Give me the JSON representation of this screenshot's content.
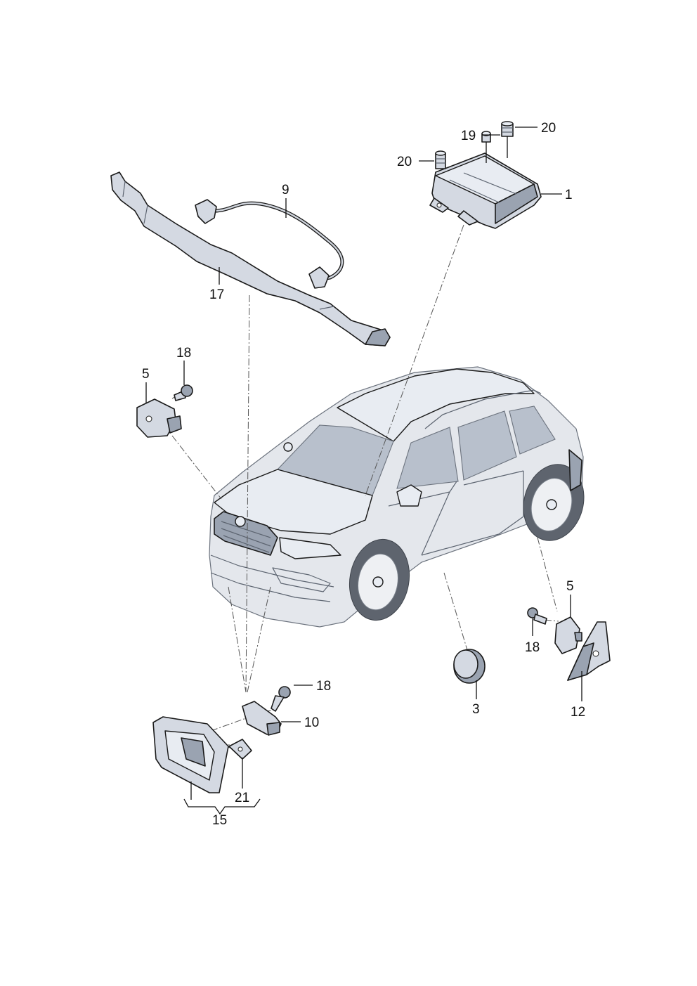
{
  "diagram": {
    "callouts": [
      {
        "id": "c1",
        "label": "1"
      },
      {
        "id": "c19",
        "label": "19"
      },
      {
        "id": "c20a",
        "label": "20"
      },
      {
        "id": "c20b",
        "label": "20"
      },
      {
        "id": "c9",
        "label": "9"
      },
      {
        "id": "c17",
        "label": "17"
      },
      {
        "id": "c18a",
        "label": "18"
      },
      {
        "id": "c5a",
        "label": "5"
      },
      {
        "id": "c5b",
        "label": "5"
      },
      {
        "id": "c18b",
        "label": "18"
      },
      {
        "id": "c3",
        "label": "3"
      },
      {
        "id": "c12",
        "label": "12"
      },
      {
        "id": "c18c",
        "label": "18"
      },
      {
        "id": "c10",
        "label": "10"
      },
      {
        "id": "c21",
        "label": "21"
      },
      {
        "id": "c15",
        "label": "15"
      }
    ],
    "colors": {
      "line": "#111111",
      "part_fill": "#d4d9e2",
      "car_fill": "#e4e7ec",
      "glass": "#b8c0cc"
    }
  }
}
